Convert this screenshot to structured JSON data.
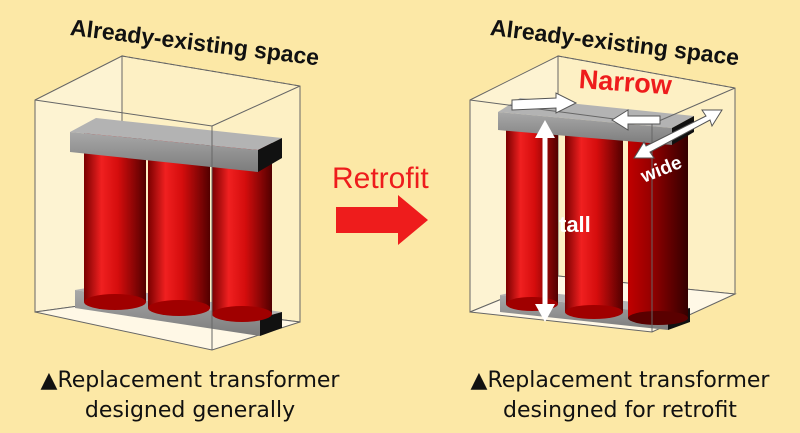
{
  "left_panel": {
    "space_label": "Already-existing space",
    "caption_line1": "▲Replacement transformer",
    "caption_line2": "designed generally"
  },
  "arrow": {
    "label": "Retrofit",
    "color": "#ee1c1c"
  },
  "right_panel": {
    "space_label": "Already-existing space",
    "narrow_label": "Narrow",
    "tall_label": "tall",
    "wide_label": "wide",
    "caption_line1": "▲Replacement transformer",
    "caption_line2": "desingned for retrofit"
  },
  "colors": {
    "background": "#fce8a6",
    "coil_red": "#e41010",
    "core_gray": "#8e8e8e",
    "accent_red": "#ee1c1c"
  }
}
